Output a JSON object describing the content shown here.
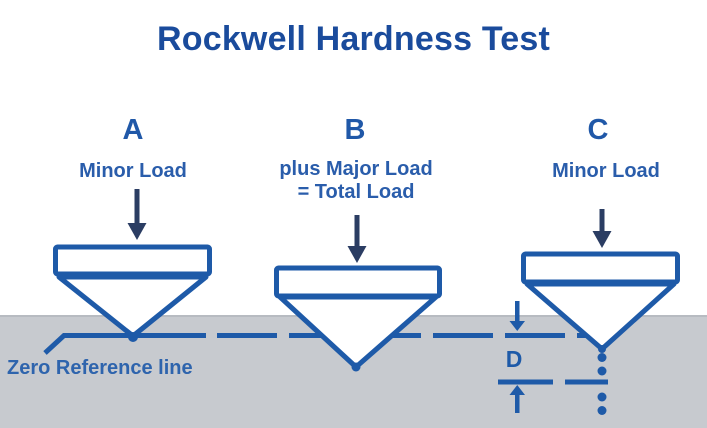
{
  "title": "Rockwell Hardness Test",
  "stages": [
    {
      "letter": "A",
      "load_label": "Minor Load"
    },
    {
      "letter": "B",
      "load_label": "plus Major Load\n= Total Load"
    },
    {
      "letter": "C",
      "load_label": "Minor Load"
    }
  ],
  "annotations": {
    "zero_reference_label": "Zero Reference line",
    "depth_label": "D"
  },
  "icons": {
    "load_arrow": "down-arrow-icon",
    "depth_upper_arrow": "down-arrow-icon",
    "depth_lower_arrow": "up-arrow-icon"
  },
  "colors": {
    "title_blue": "#1a4b9c",
    "label_blue": "#2a5dab",
    "line_blue": "#1e5aa8",
    "arrow_navy": "#2b3d63",
    "material_gray": "#c7cacf"
  }
}
